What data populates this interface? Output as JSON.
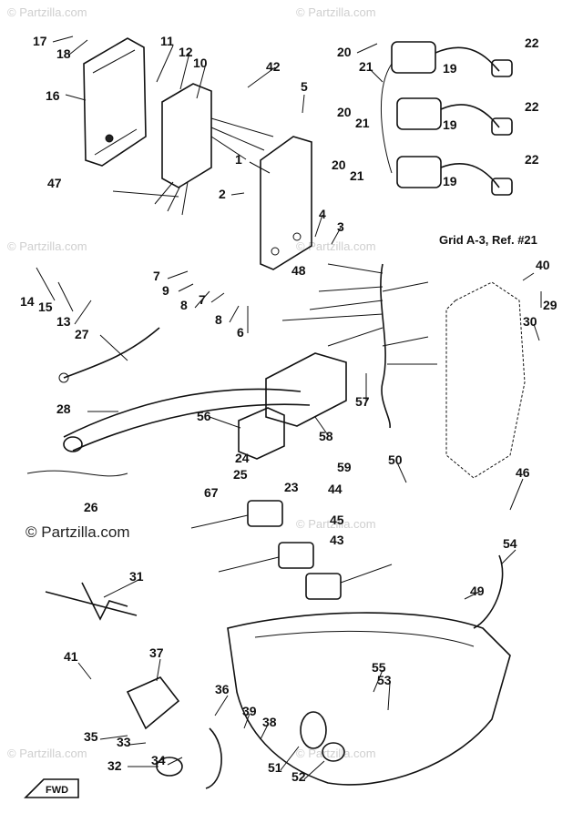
{
  "watermarks": [
    "© Partzilla.com",
    "© Partzilla.com",
    "© Partzilla.com",
    "© Partzilla.com",
    "© Partzilla.com",
    "© Partzilla.com",
    "© Partzilla.com"
  ],
  "watermark_main": "© Partzilla.com",
  "grid_ref": "Grid A-3, Ref. #21",
  "fwd_label": "FWD",
  "callouts": [
    "17",
    "18",
    "16",
    "11",
    "12",
    "10",
    "42",
    "5",
    "20",
    "21",
    "19",
    "22",
    "20",
    "21",
    "19",
    "22",
    "20",
    "21",
    "19",
    "22",
    "47",
    "2",
    "1",
    "4",
    "3",
    "14",
    "15",
    "13",
    "7",
    "9",
    "8",
    "7",
    "8",
    "6",
    "48",
    "40",
    "29",
    "30",
    "27",
    "57",
    "28",
    "56",
    "58",
    "24",
    "59",
    "25",
    "67",
    "23",
    "44",
    "45",
    "43",
    "26",
    "50",
    "46",
    "54",
    "31",
    "49",
    "41",
    "37",
    "36",
    "39",
    "38",
    "55",
    "53",
    "35",
    "33",
    "32",
    "34",
    "51",
    "52"
  ]
}
